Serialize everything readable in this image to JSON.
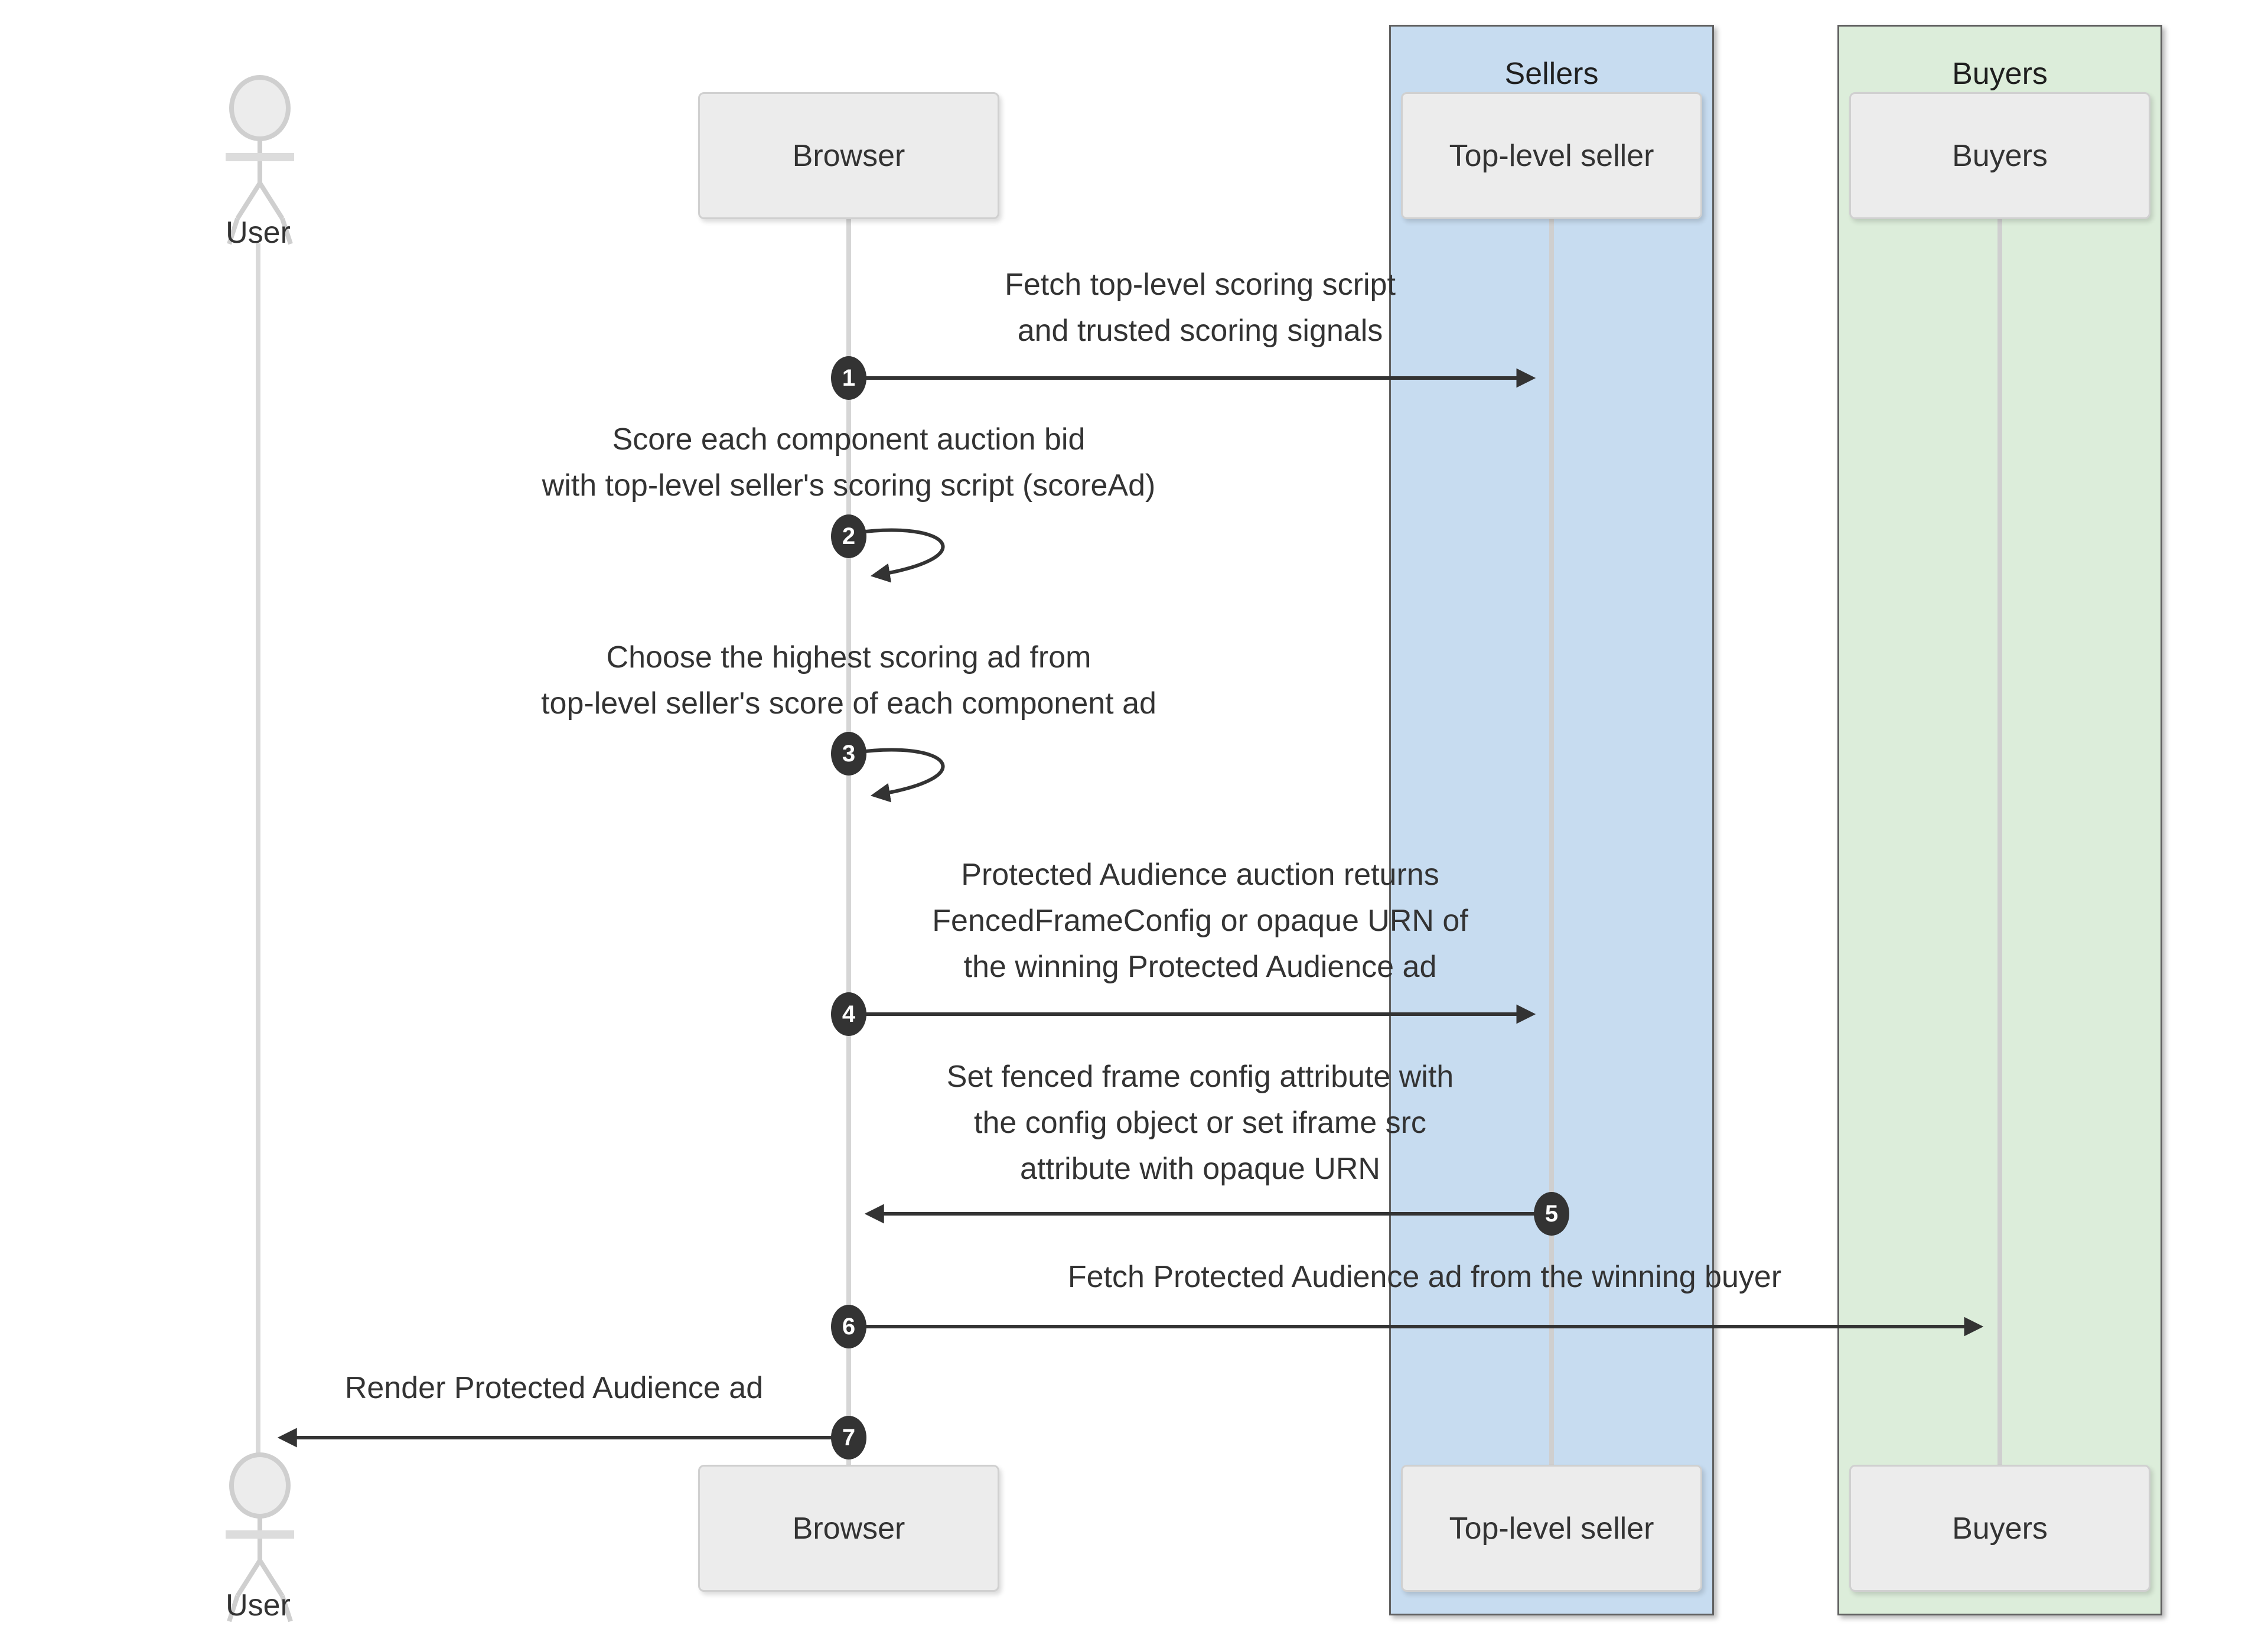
{
  "actors": {
    "user": {
      "label": "User"
    }
  },
  "participants": {
    "browser": {
      "label": "Browser"
    },
    "top_level_seller": {
      "label": "Top-level seller"
    },
    "buyers": {
      "label": "Buyers"
    }
  },
  "groups": {
    "sellers": {
      "label": "Sellers",
      "fill": "#c7dcf0"
    },
    "buyers": {
      "label": "Buyers",
      "fill": "#dcedda"
    }
  },
  "messages": [
    {
      "seq": "1",
      "from": "Browser",
      "to": "Top-level seller",
      "text": "Fetch top-level scoring script\nand trusted scoring signals"
    },
    {
      "seq": "2",
      "from": "Browser",
      "to": "Browser",
      "text": "Score each component auction bid\nwith top-level seller's scoring script (scoreAd)"
    },
    {
      "seq": "3",
      "from": "Browser",
      "to": "Browser",
      "text": "Choose the highest scoring ad from\ntop-level seller's score of each component ad"
    },
    {
      "seq": "4",
      "from": "Browser",
      "to": "Top-level seller",
      "text": "Protected Audience auction returns\nFencedFrameConfig or opaque URN of\nthe winning Protected Audience ad"
    },
    {
      "seq": "5",
      "from": "Top-level seller",
      "to": "Browser",
      "text": "Set fenced frame config attribute with\nthe config object or set iframe src\nattribute with opaque URN"
    },
    {
      "seq": "6",
      "from": "Browser",
      "to": "Buyers",
      "text": "Fetch Protected Audience ad from the winning buyer"
    },
    {
      "seq": "7",
      "from": "Browser",
      "to": "User",
      "text": "Render Protected Audience ad"
    }
  ],
  "colors": {
    "arrow": "#333333",
    "lifeline": "#d6d6d6",
    "participant_fill": "#ececec",
    "sellers_fill": "#c7dcf0",
    "buyers_fill": "#dcedda"
  }
}
